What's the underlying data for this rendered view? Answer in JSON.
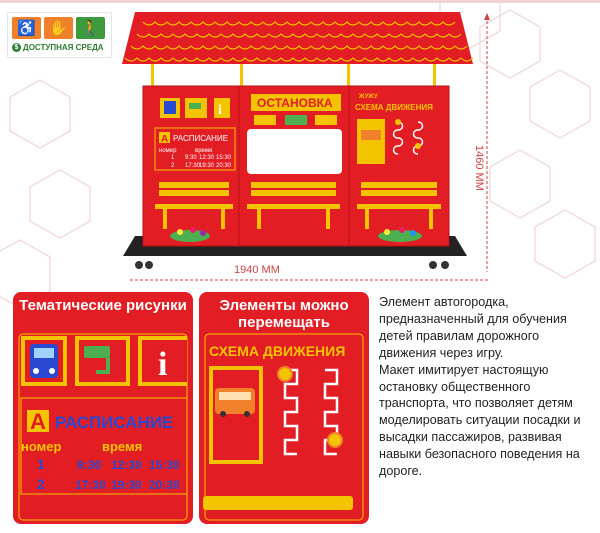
{
  "logo": {
    "text": "ДОСТУПНАЯ СРЕДА",
    "icons": [
      "wheelchair-icon",
      "sign-language-icon",
      "walking-person-icon"
    ]
  },
  "product": {
    "stop_sign": "ОСТАНОВКА",
    "schema_title": "СХЕМА ДВИЖЕНИЯ",
    "brand": "ЖУЖУ",
    "schedule_title": "РАСПИСАНИЕ",
    "schedule_letter": "А",
    "schedule_headers": [
      "номер",
      "время"
    ],
    "schedule_rows": [
      [
        "1",
        "9:30",
        "12:30",
        "15:30"
      ],
      [
        "2",
        "17:30",
        "19:30",
        "20:30"
      ]
    ]
  },
  "dimensions": {
    "height": "1460 ММ",
    "width": "1940 ММ"
  },
  "card1": {
    "title": "Тематические рисунки",
    "schedule_letter": "А",
    "schedule_title": "РАСПИСАНИЕ",
    "col_number": "номер",
    "col_time": "время",
    "rows": [
      {
        "n": "1",
        "t1": "9:30",
        "t2": "12:30",
        "t3": "15:30"
      },
      {
        "n": "2",
        "t1": "17:30",
        "t2": "19:30",
        "t3": "20:30"
      }
    ],
    "info_glyph": "i"
  },
  "card2": {
    "title": "Элементы можно перемещать",
    "schema_title": "СХЕМА ДВИЖЕНИЯ"
  },
  "description": [
    "Элемент автогородка, предназначенный для обучения детей правилам дорожного движения через игру.",
    "Макет имитирует настоящую остановку общественного транспорта, что позволяет детям моделировать ситуации посадки и высадки пассажиров, развивая навыки безопасного поведения на дороге."
  ],
  "colors": {
    "red": "#e31d24",
    "yellow": "#f5c400",
    "blue": "#2a49d1",
    "orange": "#f0812a",
    "green": "#3d9b3d"
  }
}
